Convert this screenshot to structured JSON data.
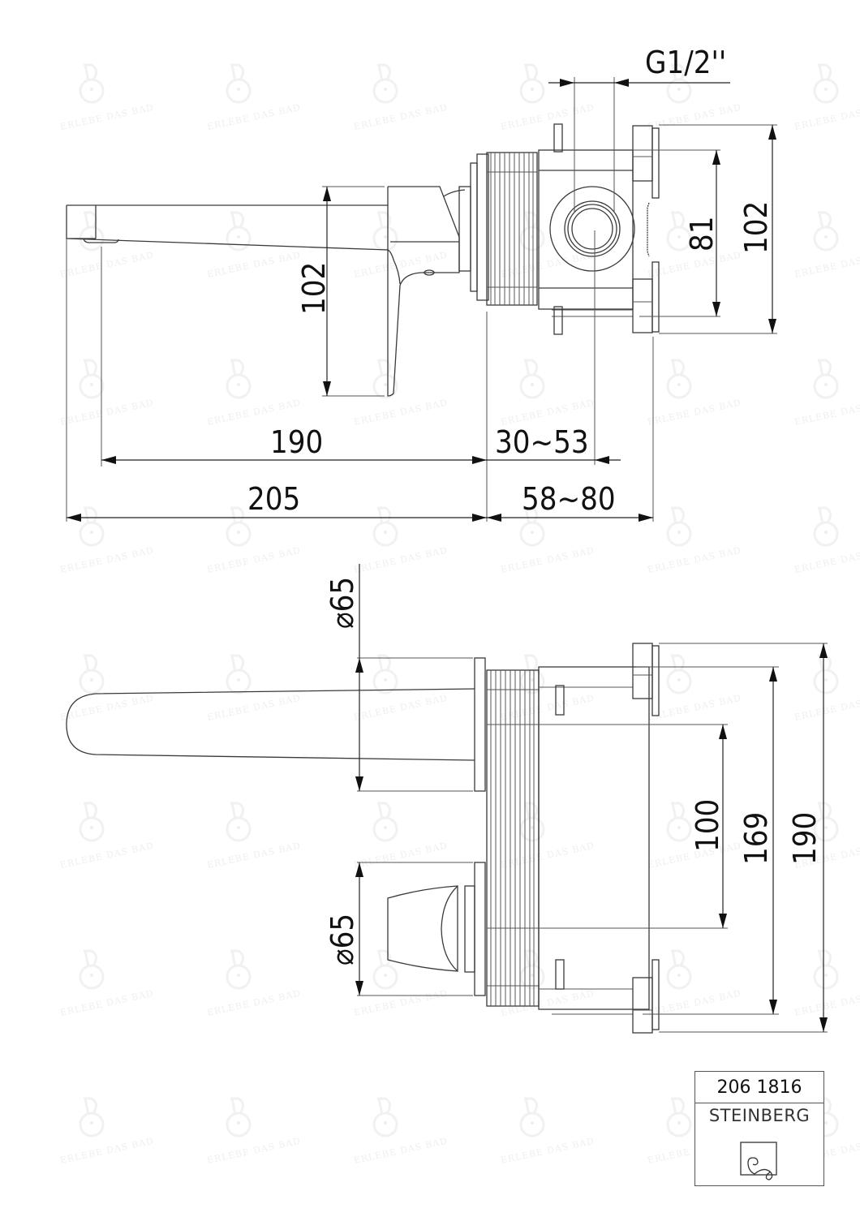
{
  "drawing": {
    "product_code": "206 1816",
    "brand": "STEINBERG",
    "watermark_text": "ERLEBE DAS BAD",
    "line_color": "#3a3a3a",
    "background": "#ffffff"
  },
  "side_view": {
    "thread_label": "G1/2''",
    "dimensions": {
      "lever_height": "102",
      "body_height_outer": "102",
      "body_height_inner": "81",
      "spout_reach": "190",
      "wall_to_outlet_center": "30~53",
      "total_projection": "205",
      "installation_depth": "58~80"
    }
  },
  "front_view": {
    "dimensions": {
      "spout_rosette_diameter": "⌀65",
      "lever_rosette_diameter": "⌀65",
      "inner_spacing": "100",
      "mid_spacing": "169",
      "overall_height": "190"
    }
  },
  "title_block": {
    "code": "206 1816",
    "brand": "STEINBERG",
    "logo_icon": "steinberg-swirl-logo"
  }
}
